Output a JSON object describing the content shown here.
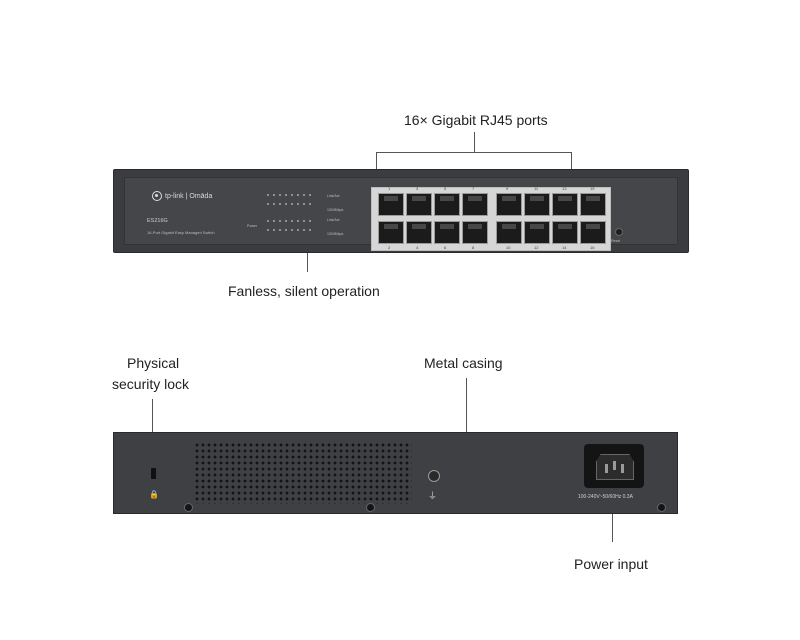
{
  "callouts": {
    "ports": "16× Gigabit RJ45 ports",
    "fanless": "Fanless, silent operation",
    "lock_line1": "Physical",
    "lock_line2": "security lock",
    "casing": "Metal casing",
    "power": "Power input"
  },
  "front_panel": {
    "brand": "tp-link | Omāda",
    "model": "ES216G",
    "description": "16-Port Gigabit Easy Managed Switch",
    "led_labels": {
      "link_act": "Link/Act",
      "speed": "1000Mbps",
      "power": "Power"
    },
    "port_numbers_top": [
      "1",
      "3",
      "5",
      "7",
      "9",
      "11",
      "13",
      "15"
    ],
    "port_numbers_bottom": [
      "2",
      "4",
      "6",
      "8",
      "10",
      "12",
      "14",
      "16"
    ],
    "reset_label": "Reset"
  },
  "back_panel": {
    "power_rating": "100-240V~50/60Hz 0.3A",
    "icons": [
      "lock-icon",
      "ground-icon"
    ]
  }
}
